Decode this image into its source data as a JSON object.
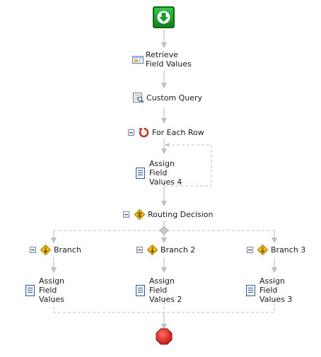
{
  "workflow": {
    "start": {
      "icon": "download-arrow-icon"
    },
    "steps": {
      "retrieve_field_values": {
        "label": "Retrieve Field Values",
        "icon": "field-values-icon"
      },
      "custom_query": {
        "label": "Custom Query",
        "icon": "query-icon"
      },
      "for_each_row": {
        "label": "For Each Row",
        "icon": "loop-icon"
      },
      "assign_field_values_4": {
        "label": "Assign Field Values 4",
        "icon": "document-icon"
      },
      "routing_decision": {
        "label": "Routing Decision",
        "icon": "decision-icon"
      }
    },
    "branches": [
      {
        "label": "Branch",
        "action": "Assign Field Values"
      },
      {
        "label": "Branch 2",
        "action": "Assign Field Values 2"
      },
      {
        "label": "Branch 3",
        "action": "Assign Field Values 3"
      }
    ],
    "end": {
      "icon": "stop-icon"
    }
  },
  "colors": {
    "start_green": "#1a9a2a",
    "stop_red": "#d62020",
    "connector": "#c0c0c0",
    "decision_yellow": "#f2c200",
    "loop_red": "#c0392b"
  }
}
